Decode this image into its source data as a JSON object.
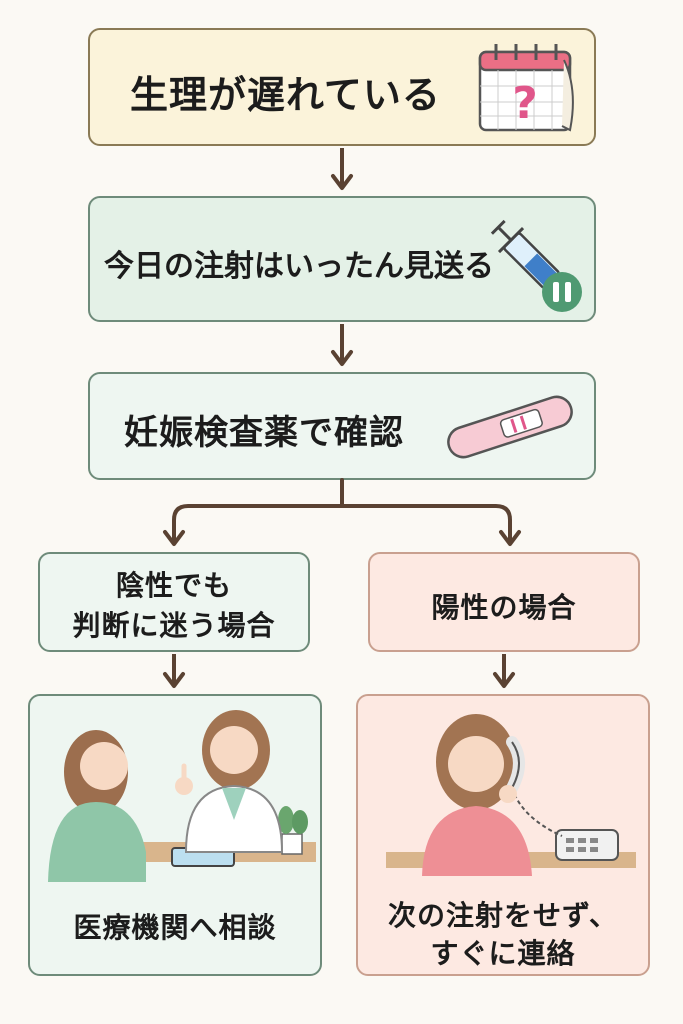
{
  "steps": {
    "step1": "生理が遅れている",
    "step2": "今日の注射はいったん見送る",
    "step3": "妊娠検査薬で確認"
  },
  "branches": {
    "left": {
      "line1": "陰性でも",
      "line2": "判断に迷う場合",
      "result": "医療機関へ相談"
    },
    "right": {
      "condition": "陽性の場合",
      "result_line1": "次の注射をせず、",
      "result_line2": "すぐに連絡"
    }
  },
  "icons": {
    "step1": "calendar-question-icon",
    "step2": "syringe-pause-icon",
    "step3": "pregnancy-test-icon",
    "left": "doctor-consultation-illustration",
    "right": "woman-phone-call-illustration"
  },
  "colors": {
    "step1_bg": "#fbf3da",
    "step2_bg": "#e4f1e7",
    "step3_bg": "#eef6f1",
    "left_bg": "#eef6f1",
    "right_bg": "#fde9e2",
    "arrow": "#5a4232",
    "border": "#6e8b7a"
  }
}
